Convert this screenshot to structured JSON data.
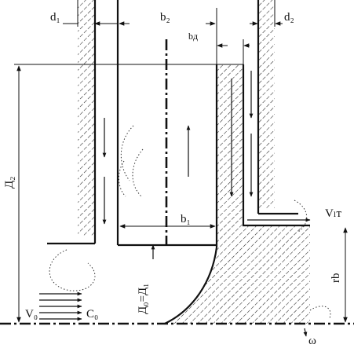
{
  "labels": {
    "d1": "d₁",
    "b2": "b₂",
    "d2": "d₂",
    "ba": "bд",
    "D2": "Д₂",
    "b1": "b₁",
    "D0_eq_D1": "Д₀=Д₁",
    "rb": "rb",
    "V0": "V₀",
    "C0": "C₀",
    "V_out": "Vₗт",
    "omega": "ω"
  }
}
